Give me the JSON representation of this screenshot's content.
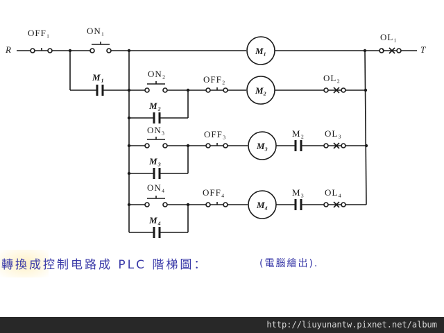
{
  "diagram": {
    "type": "relay ladder control circuit",
    "terminals": {
      "left": "R",
      "right": "T"
    },
    "rung1": {
      "off": "OFF₁",
      "on": "ON₁",
      "motor": "M₁",
      "overload": "OL₁",
      "seal": "M₁"
    },
    "rung2": {
      "on": "ON₂",
      "seal": "M₂",
      "off": "OFF₂",
      "motor": "M₂",
      "overload": "OL₂"
    },
    "rung3": {
      "on": "ON₃",
      "seal": "M₃",
      "off": "OFF₃",
      "motor": "M₃",
      "interlock": "M₂",
      "overload": "OL₃"
    },
    "rung4": {
      "on": "ON₄",
      "seal": "M₄",
      "off": "OFF₄",
      "motor": "M₄",
      "interlock": "M₃",
      "overload": "OL₄"
    }
  },
  "note": {
    "text": "轉換成控制电路成 PLC 階梯圖：",
    "tail": "(電腦繪出)."
  },
  "footer": {
    "url": "http://liuyunantw.pixnet.net/album"
  },
  "colors": {
    "ink": "#1a1a1a",
    "handwriting": "#3a3aa8",
    "footer_bg": "#282828"
  }
}
